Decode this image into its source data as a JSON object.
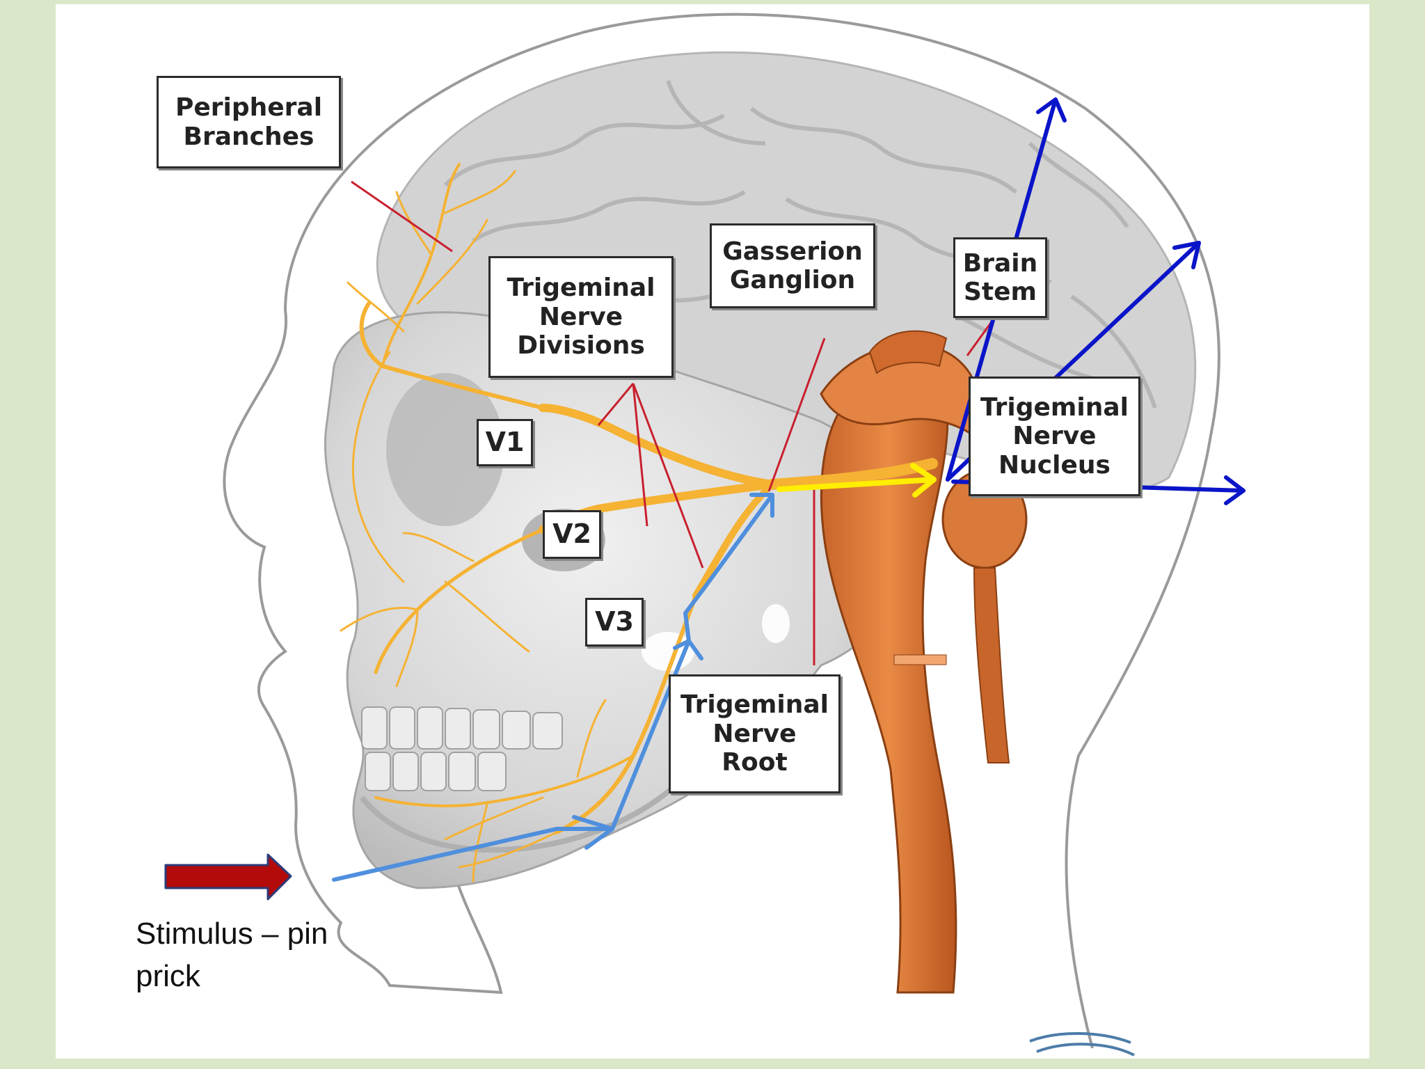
{
  "labels": {
    "peripheral": [
      "Peripheral",
      "Branches"
    ],
    "divisions": [
      "Trigeminal",
      "Nerve",
      "Divisions"
    ],
    "ganglion": [
      "Gasserion",
      "Ganglion"
    ],
    "brainstem": [
      "Brain",
      "Stem"
    ],
    "nucleus": [
      "Trigeminal",
      "Nerve",
      "Nucleus"
    ],
    "root": [
      "Trigeminal",
      "Nerve",
      "Root"
    ],
    "v1": "V1",
    "v2": "V2",
    "v3": "V3"
  },
  "stimulus": "Stimulus – pin prick",
  "colors": {
    "background": "#dbe7c9",
    "nerve": "#f5b233",
    "brainstem": "#d9793a",
    "pathway_light": "#4f8fdd",
    "pathway_yellow": "#ffee00",
    "pathway_dark": "#0a14c8",
    "stimulus_arrow": "#b30a0a"
  }
}
